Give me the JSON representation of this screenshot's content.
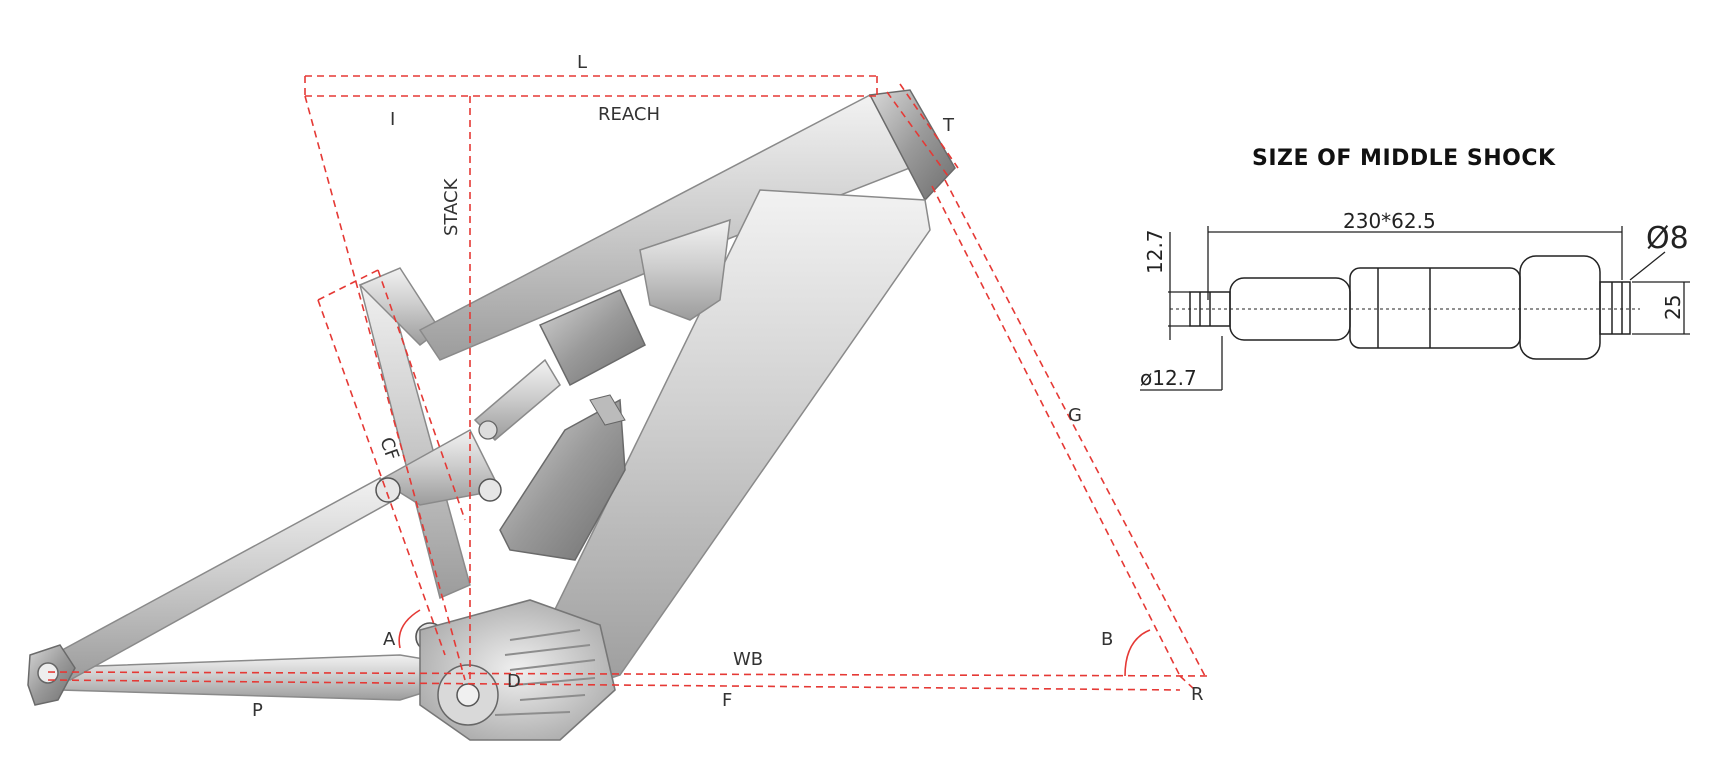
{
  "geometry_labels": {
    "L": "L",
    "I": "I",
    "REACH": "REACH",
    "T": "T",
    "STACK": "STACK",
    "G": "G",
    "CF": "CF",
    "A": "A",
    "B": "B",
    "D": "D",
    "WB": "WB",
    "F": "F",
    "P": "P",
    "R": "R"
  },
  "shock": {
    "title": "SIZE OF MIDDLE SHOCK",
    "length_dim": "230*62.5",
    "eye_dim": "12.7",
    "bore_dim": "ø12.7",
    "width_dim": "25",
    "diameter_dim": "Ø8"
  },
  "colors": {
    "geometry_lines": "#e53935",
    "frame_metal": "#c8c8c8",
    "dimension_lines": "#222222"
  }
}
